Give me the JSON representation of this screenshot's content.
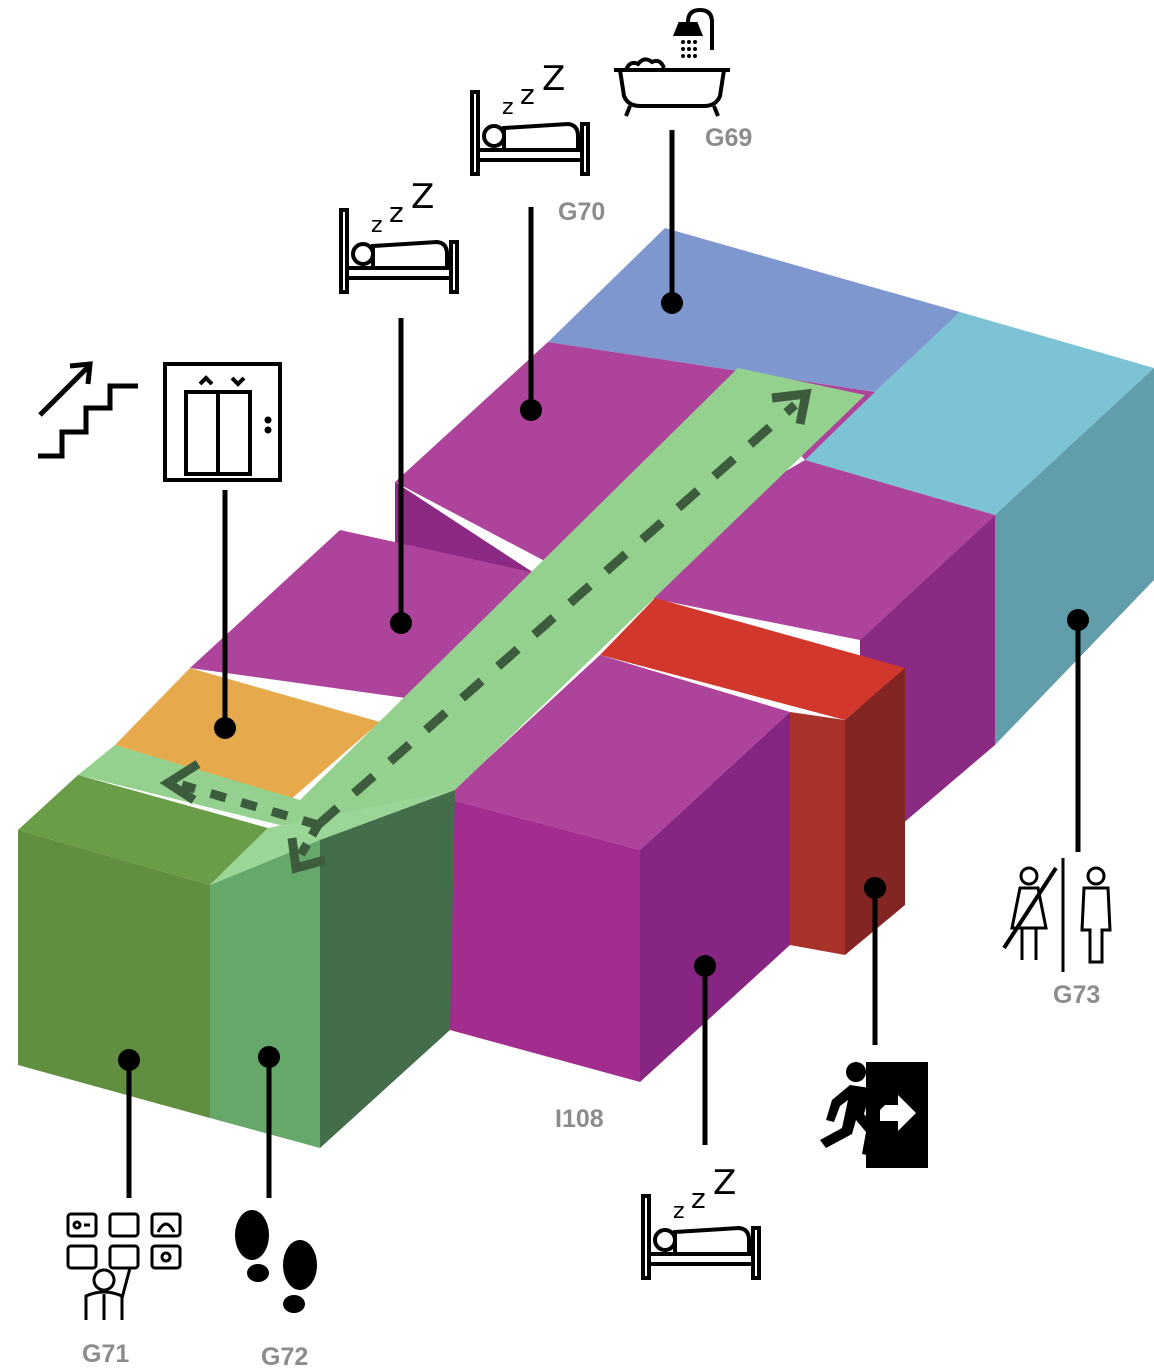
{
  "labels": {
    "g69": "G69",
    "g70": "G70",
    "g71": "G71",
    "g72": "G72",
    "g73": "G73",
    "i108": "I108"
  },
  "rooms": [
    {
      "id": "G69",
      "icon": "bathtub-shower-icon",
      "color": "#7e98cf"
    },
    {
      "id": "G70",
      "icon": "bed-sleep-icon",
      "color": "#ad439b"
    },
    {
      "id": "bedroom-mid",
      "icon": "bed-sleep-icon",
      "color": "#ad439b"
    },
    {
      "id": "circulation",
      "icon": "stairs-elevator-icon",
      "color": "#e6aa4d"
    },
    {
      "id": "G71",
      "icon": "control-panel-operator-icon",
      "color": "#5f8f3f"
    },
    {
      "id": "G72",
      "icon": "footprints-icon",
      "color": "#66a86a"
    },
    {
      "id": "I108",
      "icon": "bed-sleep-icon",
      "color": "#a22d8f"
    },
    {
      "id": "exit",
      "icon": "emergency-exit-icon",
      "color": "#b5342a"
    },
    {
      "id": "G73",
      "icon": "toilet-male-only-icon",
      "color": "#7cc3d6"
    }
  ],
  "colors": {
    "corridor": "#95d18e",
    "arrow": "#3d5c3d"
  }
}
